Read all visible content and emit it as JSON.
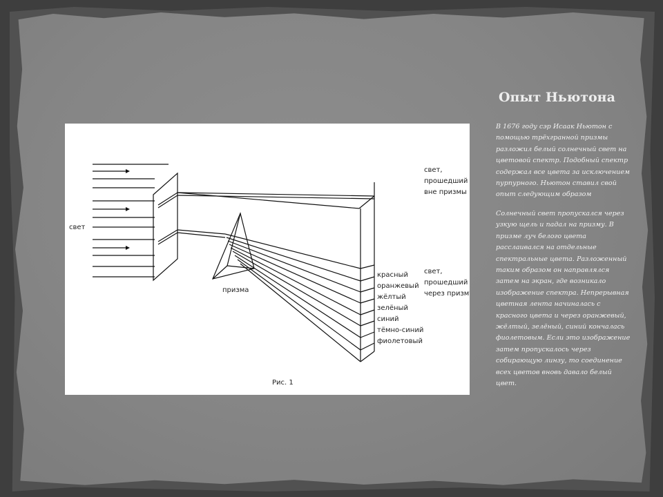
{
  "slide": {
    "title": "Опыт Ньютона",
    "paragraph1": "В 1676 году сэр Исаак Ньютон с помощью трёхгранной призмы разложил белый солнечный свет на цветовой спектр. Подобный спектр содержал все цвета за исключением пурпурного. Ньютон ставил свой опыт следующим образом",
    "paragraph2": " Солнечный свет пропускался через узкую щель и падал на призму. В призме луч белого цвета расслаивался на отдельные спектральные цвета. Разложенный таким образом он направлялся затем на экран, где возникало изображение спектра. Непрерывная цветная лента начиналась с красного цвета и через оранжевый, жёлтый, зелёный, синий кончалась фиолетовым. Если это изображение затем пропускалось через собирающую линзу, то соединение всех цветов вновь давало белый цвет."
  },
  "figure": {
    "label_light": "свет",
    "label_prism": "призма",
    "label_outside_1": "свет,",
    "label_outside_2": "прошедший",
    "label_outside_3": "вне призмы",
    "label_through_1": "свет,",
    "label_through_2": "прошедший",
    "label_through_3": "через призму",
    "colors": [
      "красный",
      "оранжевый",
      "жёлтый",
      "зелёный",
      "синий",
      "тёмно-синий",
      "фиолетовый"
    ],
    "caption": "Рис. 1"
  }
}
